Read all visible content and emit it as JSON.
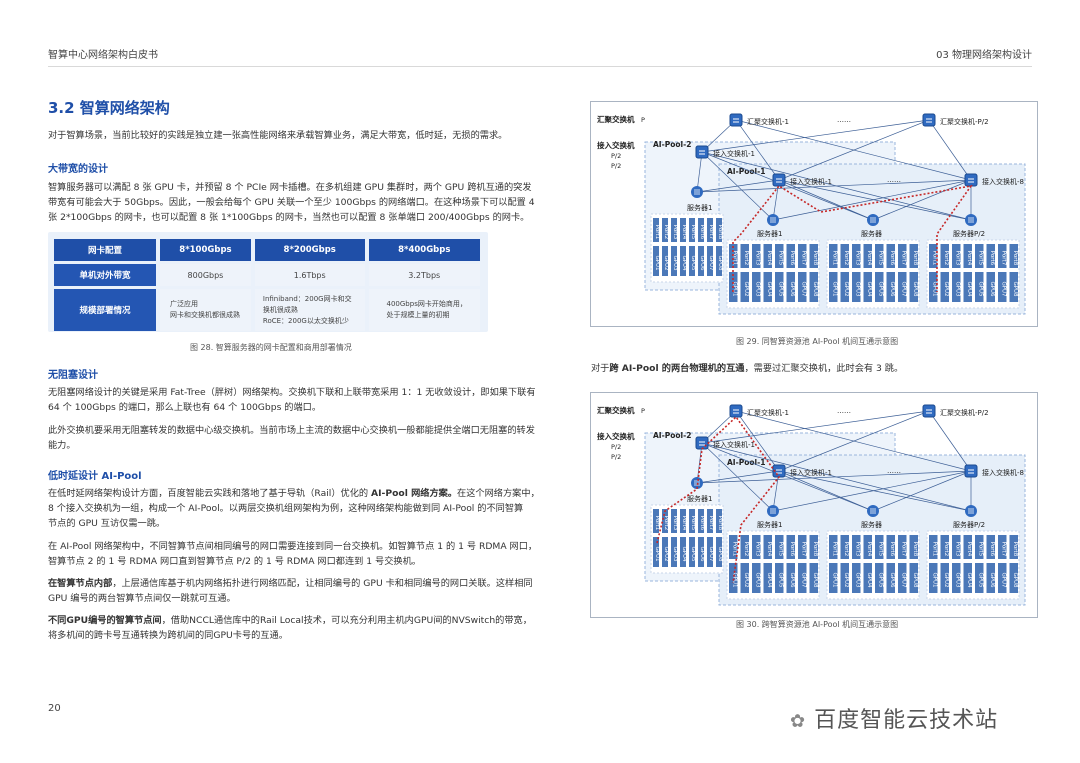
{
  "header": {
    "left": "智算中心网络架构白皮书",
    "right": "03 物理网络架构设计"
  },
  "section_title": "3.2 智算网络架构",
  "intro": "对于智算场景，当前比较好的实践是独立建一张高性能网络来承载智算业务，满足大带宽，低时延，无损的需求。",
  "bw": {
    "title": "大带宽的设计",
    "p1a": "智算服务器可以满配 8 张 GPU 卡，并预留 8 个 PCIe 网卡插槽。在多机组建 GPU 集群时，两个 GPU 跨机互通的突发",
    "p1b": "带宽有可能会大于 50Gbps。因此，一般会给每个 GPU 关联一个至少 100Gbps 的网络端口。在这种场景下可以配置 4",
    "p1c": "张 2*100Gbps 的网卡，也可以配置 8 张 1*100Gbps 的网卡，当然也可以配置 8 张单端口 200/400Gbps 的网卡。"
  },
  "table": {
    "headers": [
      "网卡配置",
      "8*100Gbps",
      "8*200Gbps",
      "8*400Gbps"
    ],
    "row1": [
      "单机对外带宽",
      "800Gbps",
      "1.6Tbps",
      "3.2Tbps"
    ],
    "row2_label": "规模部署情况",
    "row2_c1a": "广泛应用",
    "row2_c1b": "网卡和交换机都很成熟",
    "row2_c2a": "Infiniband：200G网卡和交",
    "row2_c2b": "换机很成熟",
    "row2_c2c": "RoCE：200G以太交换机少",
    "row2_c3a": "400Gbps网卡开始商用，",
    "row2_c3b": "处于规模上量的初期"
  },
  "fig28": "图 28. 智算服务器的网卡配置和商用部署情况",
  "lossless": {
    "title": "无阻塞设计",
    "p1a": "无阻塞网络设计的关键是采用 Fat-Tree（胖树）网络架构。交换机下联和上联带宽采用 1：1 无收敛设计，即如果下联有",
    "p1b": "64 个 100Gbps 的端口，那么上联也有 64 个 100Gbps 的端口。",
    "p2a": "此外交换机要采用无阻塞转发的数据中心级交换机。当前市场上主流的数据中心交换机一般都能提供全端口无阻塞的转发",
    "p2b": "能力。"
  },
  "lowlat": {
    "title": "低时延设计 AI-Pool",
    "p1a_pre": "在低时延网络架构设计方面，百度智能云实践和落地了基于导轨（Rail）优化的 ",
    "p1a_bold": "AI-Pool 网络方案。",
    "p1a_post": "在这个网络方案中，",
    "p1b": "8 个接入交换机为一组，构成一个 AI-Pool。以两层交换机组网架构为例，这种网络架构能做到同 AI-Pool 的不同智算",
    "p1c": "节点的 GPU 互访仅需一跳。",
    "p2a": "在 AI-Pool 网络架构中，不同智算节点间相同编号的网口需要连接到同一台交换机。如智算节点 1 的 1 号 RDMA 网口，",
    "p2b": "智算节点 2 的 1 号 RDMA 网口直到智算节点 P/2 的 1 号 RDMA 网口都连到 1 号交换机。",
    "p3a_bold": "在智算节点内部",
    "p3a_post": "，上层通信库基于机内网络拓扑进行网络匹配，让相同编号的 GPU 卡和相同编号的网口关联。这样相同",
    "p3b": "GPU 编号的两台智算节点间仅一跳就可互通。",
    "p4a_bold": "不同GPU编号的智算节点间",
    "p4a_post": "，借助NCCL通信库中的Rail Local技术，可以充分利用主机内GPU间的NVSwitch的带宽，",
    "p4b": "将多机间的跨卡号互通转换为跨机间的同GPU卡号的互通。"
  },
  "fig29": "图 29. 同智算资源池 AI-Pool 机间互通示意图",
  "mid_pre": "对于",
  "mid_bold": "跨 AI-Pool 的两台物理机的互通",
  "mid_post": "，需要过汇聚交换机，此时会有 3 跳。",
  "fig30": "图 30. 跨智算资源池 AI-Pool 机间互通示意图",
  "page_number": "20",
  "watermark": "百度智能云技术站",
  "diagram": {
    "agg_label": "汇聚交换机",
    "p_mark": "P",
    "access_label": "接入交换机",
    "p2a": "P/2",
    "p2b": "P/2",
    "agg1": "汇聚交换机-1",
    "dots": "……",
    "aggP2": "汇聚交换机-P/2",
    "pool2": "AI-Pool-2",
    "pool1": "AI-Pool-1",
    "sw1": "接入交换机-1",
    "sw8": "接入交换机-8",
    "srv1": "服务器1",
    "srv": "服务器",
    "srvP2": "服务器P/2",
    "ports": [
      "Port1",
      "Port2",
      "Port3",
      "Port4",
      "Port5",
      "Port6",
      "Port7",
      "Port8"
    ],
    "gpus": [
      "GPU1",
      "GPU2",
      "GPU3",
      "GPU4",
      "GPU5",
      "GPU6",
      "GPU7",
      "GPU8"
    ]
  },
  "colors": {
    "brand": "#1f4fa8",
    "path": "#c62828",
    "line": "#3d5f96"
  }
}
